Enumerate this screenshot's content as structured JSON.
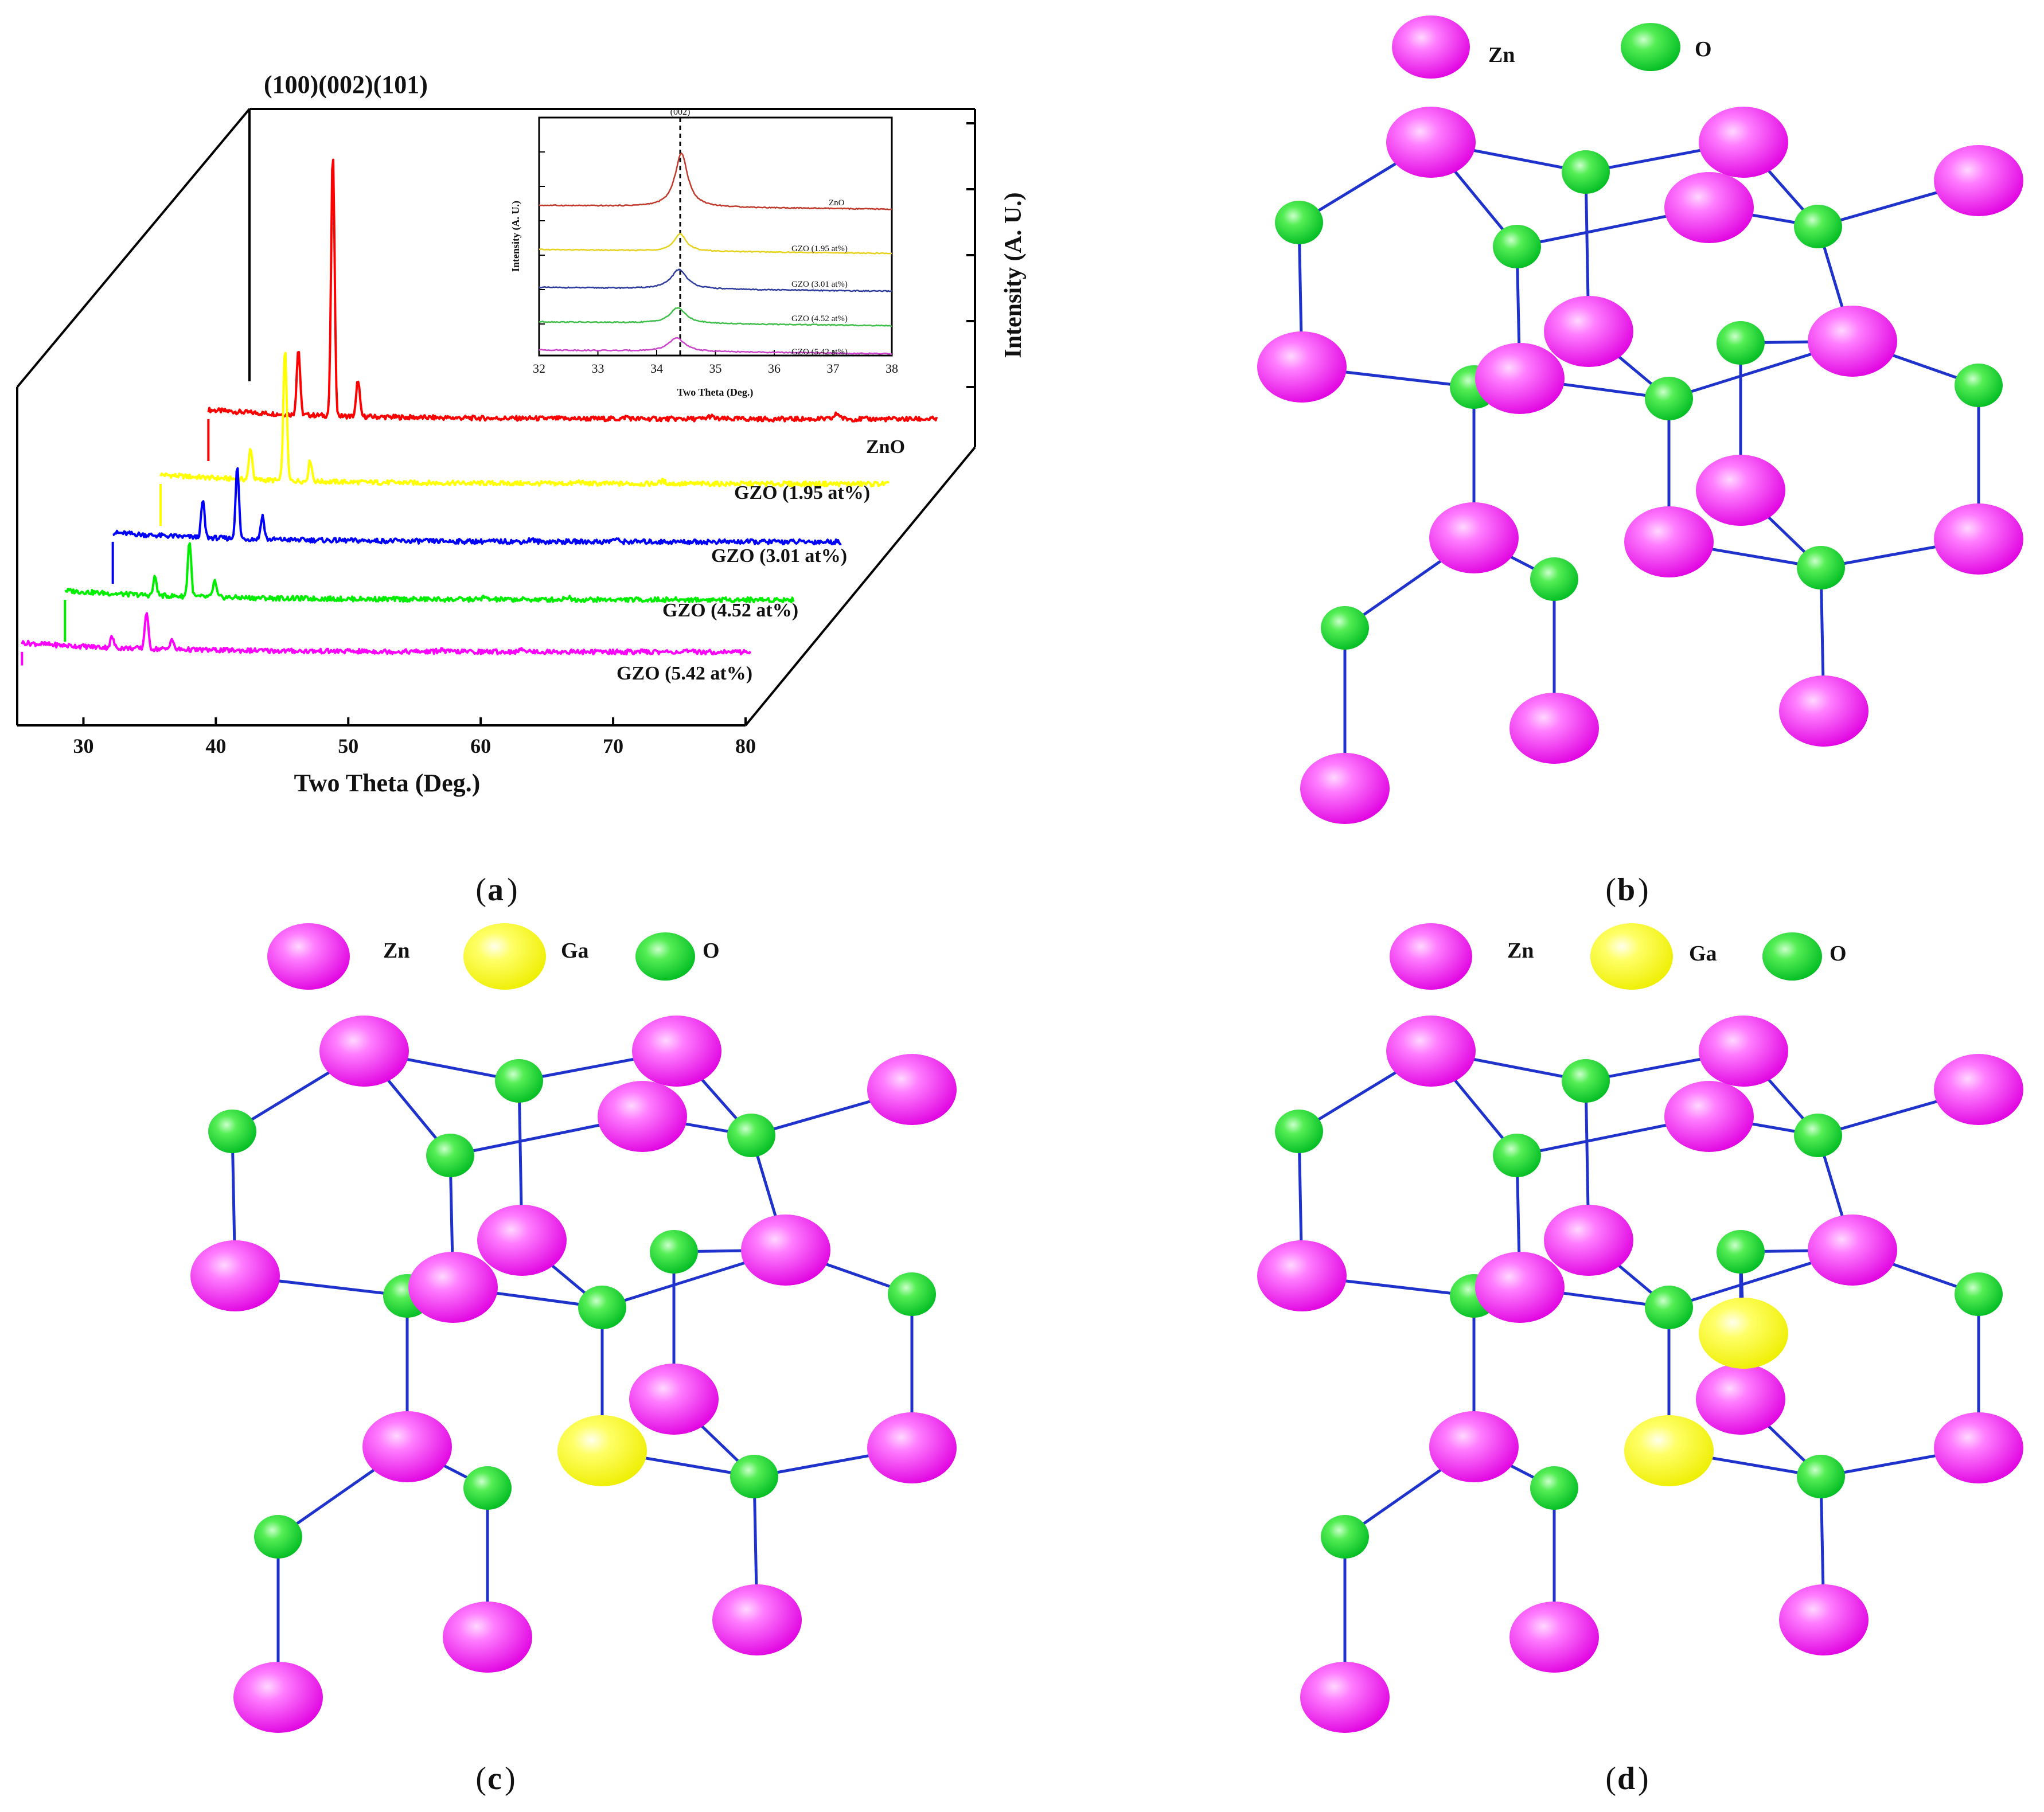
{
  "figure": {
    "panel_labels": {
      "a": "a",
      "b": "b",
      "c": "c",
      "d": "d"
    },
    "lattice_legend": {
      "zn": "Zn",
      "ga": "Ga",
      "o": "O"
    },
    "colors": {
      "zn": "#ee00ee",
      "ga": "#ffff00",
      "o": "#00cc33",
      "bond": "#1f33cc"
    },
    "dopant_labels": {
      "c": "Ga",
      "d": "Ga"
    }
  },
  "chart_data": [
    {
      "type": "line",
      "plot": "main-xrd-waterfall",
      "title": "",
      "xlabel": "Two Theta (Deg.)",
      "ylabel": "Intensity (A. U.)",
      "xlim": [
        25,
        80
      ],
      "x_ticks": [
        30,
        40,
        50,
        60,
        70,
        80
      ],
      "peak_labels": "(100)(002)(101)",
      "peaks_deg": [
        31.8,
        34.4,
        36.3
      ],
      "grid": false,
      "series": [
        {
          "name": "ZnO",
          "color": "#ff0000",
          "peak_heights": [
            0.25,
            1.0,
            0.14
          ]
        },
        {
          "name": "GZO (1.95 at%)",
          "color": "#ffff00",
          "peak_heights": [
            0.12,
            0.5,
            0.08
          ]
        },
        {
          "name": "GZO (3.01 at%)",
          "color": "#0000ff",
          "peak_heights": [
            0.14,
            0.27,
            0.09
          ]
        },
        {
          "name": "GZO (4.52 at%)",
          "color": "#00ee00",
          "peak_heights": [
            0.07,
            0.21,
            0.06
          ]
        },
        {
          "name": "GZO (5.42 at%)",
          "color": "#ff00ff",
          "peak_heights": [
            0.04,
            0.14,
            0.04
          ]
        }
      ]
    },
    {
      "type": "line",
      "plot": "inset-002-peak",
      "title": "(002)",
      "xlabel": "Two Theta (Deg.)",
      "ylabel": "Intensity (A. U.)",
      "xlim": [
        32,
        38
      ],
      "x_ticks": [
        32,
        33,
        34,
        35,
        36,
        37,
        38
      ],
      "reference_line_deg": 34.4,
      "series": [
        {
          "name": "ZnO",
          "color": "#c0392b",
          "peak_center": 34.42,
          "peak_height": 0.55,
          "width": 0.13
        },
        {
          "name": "GZO (1.95 at%)",
          "color": "#e6d21c",
          "peak_center": 34.4,
          "peak_height": 0.18,
          "width": 0.12
        },
        {
          "name": "GZO (3.01 at%)",
          "color": "#2d3a9e",
          "peak_center": 34.38,
          "peak_height": 0.2,
          "width": 0.16
        },
        {
          "name": "GZO (4.52 at%)",
          "color": "#3fbf4a",
          "peak_center": 34.36,
          "peak_height": 0.16,
          "width": 0.16
        },
        {
          "name": "GZO (5.42 at%)",
          "color": "#cc44cc",
          "peak_center": 34.34,
          "peak_height": 0.14,
          "width": 0.16
        }
      ]
    }
  ]
}
